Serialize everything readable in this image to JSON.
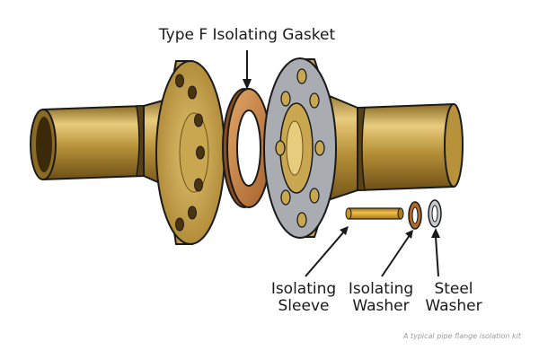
{
  "labels": {
    "gasket": "Type F Isolating Gasket",
    "sleeve_line1": "Isolating",
    "sleeve_line2": "Sleeve",
    "iso_washer_line1": "Isolating",
    "iso_washer_line2": "Washer",
    "steel_washer_line1": "Steel",
    "steel_washer_line2": "Washer"
  },
  "caption": "A typical pipe flange isolation kit",
  "colors": {
    "brass": "#b8923a",
    "brass_dark": "#7a5a1a",
    "brass_light": "#e6c877",
    "gasket": "#c98a4a",
    "gasket_dark": "#8a4e1e",
    "steel": "#b9bcc0",
    "outline": "#1a1a1a"
  }
}
